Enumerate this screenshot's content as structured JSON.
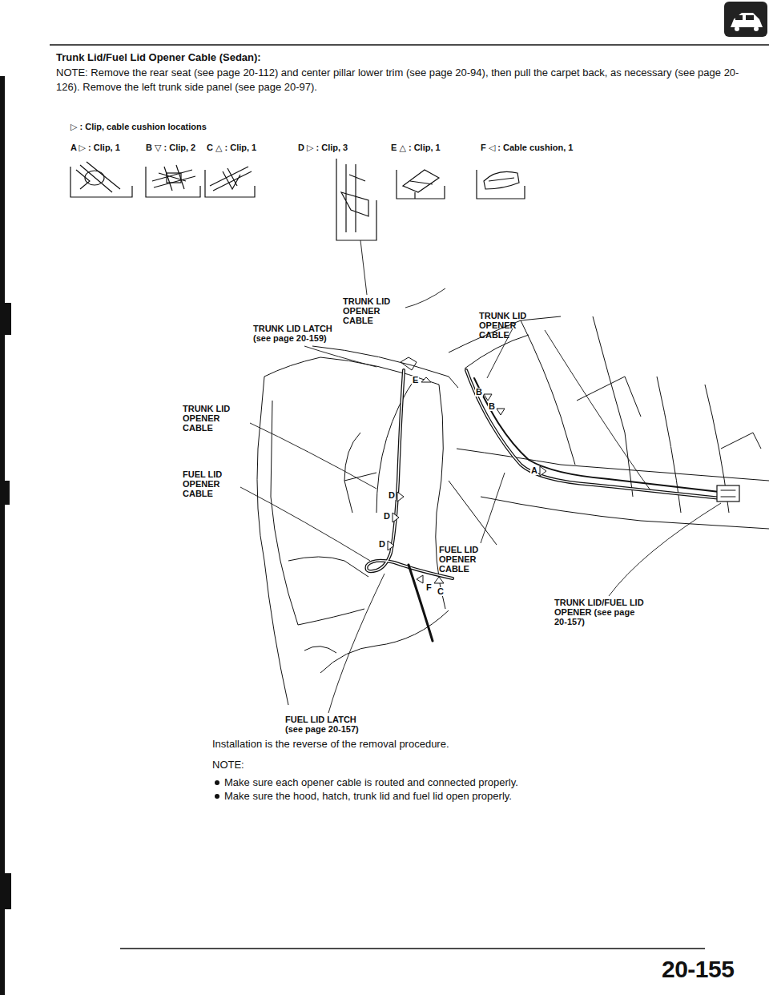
{
  "diagram": {
    "title": "Trunk Lid/Fuel Lid Opener Cable (Sedan):",
    "labels": [
      "NOTE: Remove the rear seat (see page 20-112) and center pillar lower trim (see page 20-94), then pull the carpet back, as necessary (see page 20-126). Remove the left trunk side panel (see page 20-97).",
      "▷ : Clip, cable cushion locations",
      "A ▷ : Clip, 1",
      "B ▽ : Clip, 2",
      "C △ : Clip, 1",
      "D ▷ : Clip, 3",
      "E △ : Clip, 1",
      "F ◁ : Cable cushion, 1",
      "TRUNK LID OPENER CABLE",
      "TRUNK LID OPENER CABLE",
      "TRUNK LID LATCH (see page 20-159)",
      "TRUNK LID OPENER CABLE",
      "FUEL LID OPENER CABLE",
      "FUEL LID OPENER CABLE",
      "TRUNK LID/FUEL LID OPENER (see page 20-157)",
      "FUEL LID LATCH (see page 20-157)",
      "E",
      "D",
      "D",
      "D",
      "F",
      "C",
      "B",
      "B",
      "A",
      "Installation is the reverse of the removal procedure.",
      "NOTE:",
      "Make sure each opener cable is routed and connected properly.",
      "Make sure the hood, hatch, trunk lid and fuel lid open properly.",
      "20-155"
    ]
  }
}
